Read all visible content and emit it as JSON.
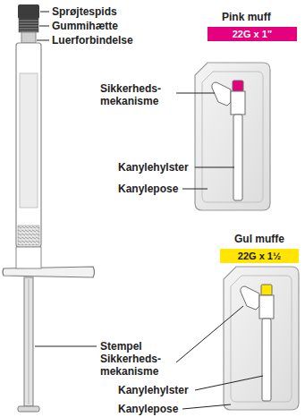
{
  "diagram": {
    "labels": [
      "Sprøjtespids",
      "Gummihætte",
      "Luerforbindelse",
      "Pink muff",
      "22G x 1”",
      "Sikkerheds- mekanisme",
      "Kanylehylster",
      "Kanylepose",
      "Gul muffe",
      "22G x 1½",
      "Stempel",
      "Sikkerheds- mekanisme",
      "Kanylehylster",
      "Kanylepose"
    ]
  }
}
